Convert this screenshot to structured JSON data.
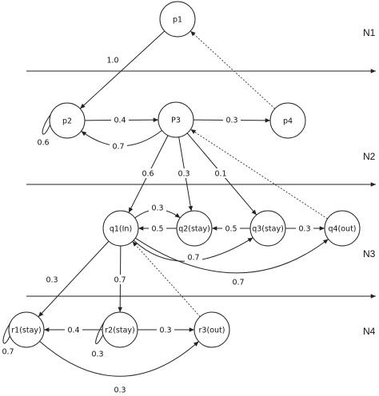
{
  "levels": [
    {
      "id": "N1",
      "label": "N1"
    },
    {
      "id": "N2",
      "label": "N2"
    },
    {
      "id": "N3",
      "label": "N3"
    },
    {
      "id": "N4",
      "label": "N4"
    }
  ],
  "nodes": [
    {
      "id": "p1",
      "label": "p1"
    },
    {
      "id": "p2",
      "label": "p2"
    },
    {
      "id": "p3",
      "label": "P3"
    },
    {
      "id": "p4",
      "label": "p4"
    },
    {
      "id": "q1",
      "label": "q1(In)"
    },
    {
      "id": "q2",
      "label": "q2(stay)"
    },
    {
      "id": "q3",
      "label": "q3(stay)"
    },
    {
      "id": "q4",
      "label": "q4(out)"
    },
    {
      "id": "r1",
      "label": "r1(stay)"
    },
    {
      "id": "r2",
      "label": "r2(stay)"
    },
    {
      "id": "r3",
      "label": "r3(out)"
    }
  ],
  "edges": [
    {
      "id": "p1-p2",
      "from": "p1",
      "to": "p2",
      "label": "1.0",
      "style": "solid"
    },
    {
      "id": "p2-p2",
      "from": "p2",
      "to": "p2",
      "label": "0.6",
      "style": "solid"
    },
    {
      "id": "p2-p3",
      "from": "p2",
      "to": "p3",
      "label": "0.4",
      "style": "solid"
    },
    {
      "id": "p3-p2",
      "from": "p3",
      "to": "p2",
      "label": "0.7",
      "style": "solid"
    },
    {
      "id": "p3-p4",
      "from": "p3",
      "to": "p4",
      "label": "0.3",
      "style": "solid"
    },
    {
      "id": "p4-p1",
      "from": "p4",
      "to": "p1",
      "label": "",
      "style": "dashed"
    },
    {
      "id": "p3-q1",
      "from": "p3",
      "to": "q1",
      "label": "0.6",
      "style": "solid"
    },
    {
      "id": "p3-q2",
      "from": "p3",
      "to": "q2",
      "label": "0.3",
      "style": "solid"
    },
    {
      "id": "p3-q3",
      "from": "p3",
      "to": "q3",
      "label": "0.1",
      "style": "solid"
    },
    {
      "id": "q4-p3",
      "from": "q4",
      "to": "p3",
      "label": "",
      "style": "dashed"
    },
    {
      "id": "q1-q2",
      "from": "q1",
      "to": "q2",
      "label": "0.3",
      "style": "solid"
    },
    {
      "id": "q2-q1",
      "from": "q2",
      "to": "q1",
      "label": "0.5",
      "style": "solid"
    },
    {
      "id": "q3-q2",
      "from": "q3",
      "to": "q2",
      "label": "0.5",
      "style": "solid"
    },
    {
      "id": "q3-q4",
      "from": "q3",
      "to": "q4",
      "label": "0.3",
      "style": "solid"
    },
    {
      "id": "q1-q3",
      "from": "q1",
      "to": "q3",
      "label": "0.7",
      "style": "solid"
    },
    {
      "id": "q1-q4",
      "from": "q1",
      "to": "q4",
      "label": "0.7",
      "style": "solid"
    },
    {
      "id": "q1-r1",
      "from": "q1",
      "to": "r1",
      "label": "0.3",
      "style": "solid"
    },
    {
      "id": "q1-r2",
      "from": "q1",
      "to": "r2",
      "label": "0.7",
      "style": "solid"
    },
    {
      "id": "r3-q1",
      "from": "r3",
      "to": "q1",
      "label": "",
      "style": "dashed"
    },
    {
      "id": "r1-r1",
      "from": "r1",
      "to": "r1",
      "label": "0.7",
      "style": "solid"
    },
    {
      "id": "r2-r1",
      "from": "r2",
      "to": "r1",
      "label": "0.4",
      "style": "solid"
    },
    {
      "id": "r2-r2",
      "from": "r2",
      "to": "r2",
      "label": "0.3",
      "style": "solid"
    },
    {
      "id": "r2-r3",
      "from": "r2",
      "to": "r3",
      "label": "0.3",
      "style": "solid"
    },
    {
      "id": "r1-r3",
      "from": "r1",
      "to": "r3",
      "label": "0.3",
      "style": "solid"
    }
  ]
}
